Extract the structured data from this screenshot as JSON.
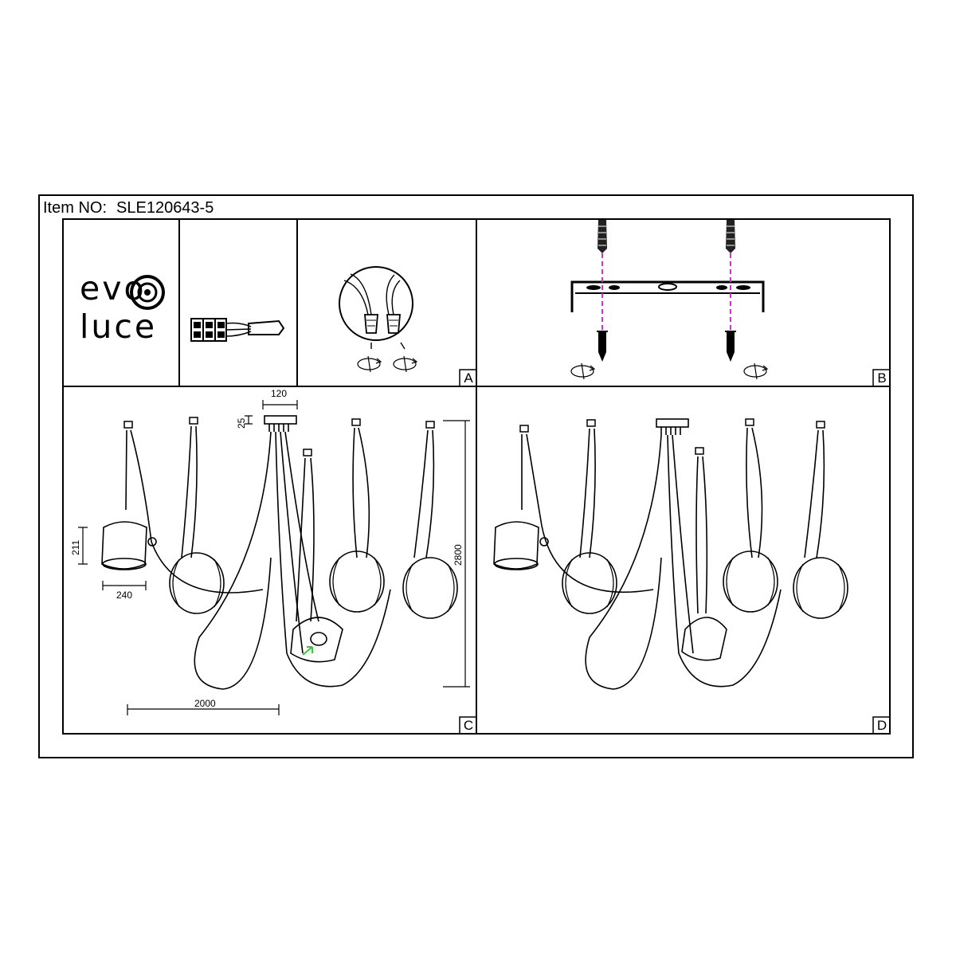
{
  "header": {
    "item_label": "Item NO:",
    "item_number": "SLE120643-5"
  },
  "logo": {
    "line1": "evo",
    "line2": "luce",
    "icon": "brand-ring-icon"
  },
  "panels": {
    "a": "A",
    "b": "B",
    "c": "C",
    "d": "D"
  },
  "dimensions": {
    "canopy_width": "120",
    "canopy_height": "25",
    "shade_height": "211",
    "shade_width": "240",
    "total_height": "2800",
    "total_span": "2000"
  },
  "icons": [
    "connector-terminal-icon",
    "wire-nut-icon",
    "rotate-icon",
    "screw-icon",
    "mounting-bracket-icon",
    "pendant-lamp-icon"
  ],
  "colors": {
    "line": "#000000",
    "guide": "#cc33cc",
    "arrow": "#33cc33"
  }
}
